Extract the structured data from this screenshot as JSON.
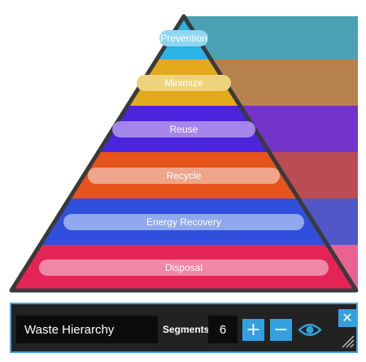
{
  "pyramid": {
    "segments": [
      {
        "label": "Prevention",
        "color": "#2bb3e6",
        "label_bg": "#8fd6f2",
        "side_color": "#4aa1b3"
      },
      {
        "label": "Minimize",
        "color": "#e3a91d",
        "label_bg": "#eed37c",
        "side_color": "#b7814d"
      },
      {
        "label": "Reuse",
        "color": "#4b24de",
        "label_bg": "#a486ec",
        "side_color": "#7233c8"
      },
      {
        "label": "Recycle",
        "color": "#e6531b",
        "label_bg": "#efa58b",
        "side_color": "#b94c55"
      },
      {
        "label": "Energy Recovery",
        "color": "#2f4fdc",
        "label_bg": "#8fa8ee",
        "side_color": "#5157c6"
      },
      {
        "label": "Disposal",
        "color": "#e52456",
        "label_bg": "#f087a5",
        "side_color": "#e8638d"
      }
    ]
  },
  "toolbar": {
    "title_value": "Waste Hierarchy",
    "segments_label": "Segments",
    "segments_value": "6",
    "plus_label": "+",
    "minus_label": "−",
    "close_label": "✕",
    "accent_color": "#33a1de"
  }
}
